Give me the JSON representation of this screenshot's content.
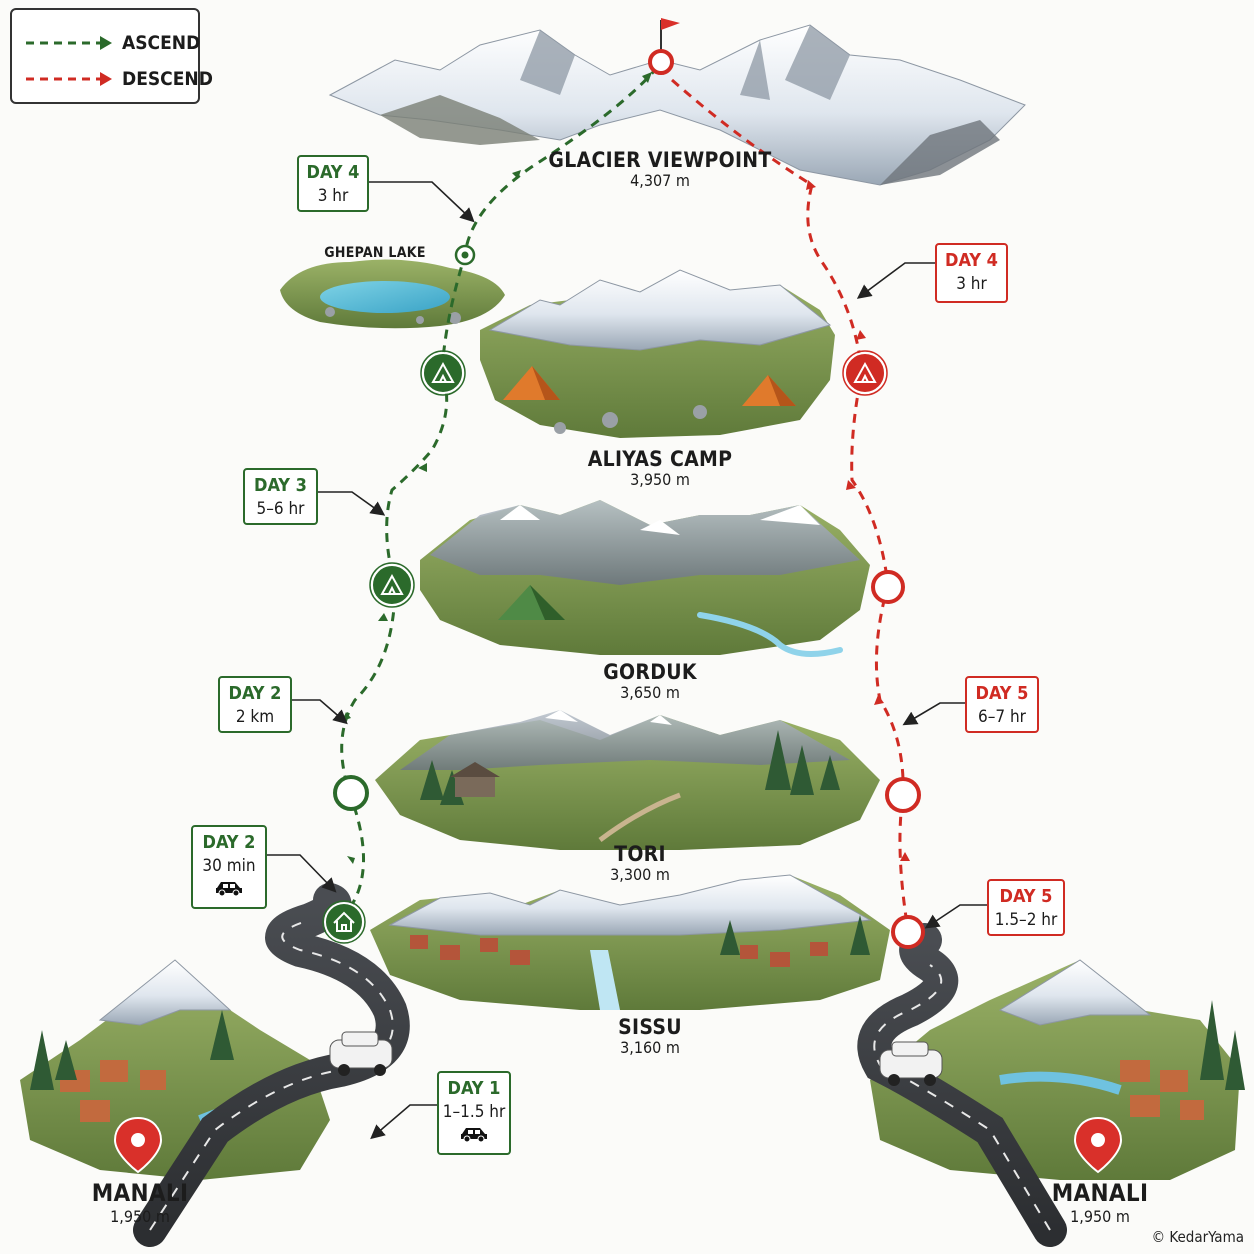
{
  "legend": {
    "ascend": "ASCEND",
    "descend": "DESCEND"
  },
  "colors": {
    "ascend": "#2b6a2b",
    "descend": "#d02b23"
  },
  "locations": {
    "glacier": {
      "name": "GLACIER VIEWPOINT",
      "alt": "4,307 m"
    },
    "ghepan": {
      "name": "GHEPAN LAKE"
    },
    "aliyas": {
      "name": "ALIYAS CAMP",
      "alt": "3,950 m"
    },
    "gorduk": {
      "name": "GORDUK",
      "alt": "3,650 m"
    },
    "tori": {
      "name": "TORI",
      "alt": "3,300 m"
    },
    "sissu": {
      "name": "SISSU",
      "alt": "3,160 m"
    },
    "manali_left": {
      "name": "MANALI",
      "alt": "1,950 m"
    },
    "manali_right": {
      "name": "MANALI",
      "alt": "1,950 m"
    }
  },
  "ascend_boxes": [
    {
      "day": "DAY 1",
      "time": "1–1.5 hr",
      "icon": "car-icon"
    },
    {
      "day": "DAY 2",
      "time": "30 min",
      "icon": "car-icon"
    },
    {
      "day": "DAY 2",
      "time": "2 km"
    },
    {
      "day": "DAY 3",
      "time": "5–6 hr"
    },
    {
      "day": "DAY 4",
      "time": "3 hr"
    }
  ],
  "descend_boxes": [
    {
      "day": "DAY 4",
      "time": "3 hr"
    },
    {
      "day": "DAY 5",
      "time": "6–7 hr"
    },
    {
      "day": "DAY 5",
      "time": "1.5–2 hr"
    }
  ],
  "copyright": "© KedarYama"
}
